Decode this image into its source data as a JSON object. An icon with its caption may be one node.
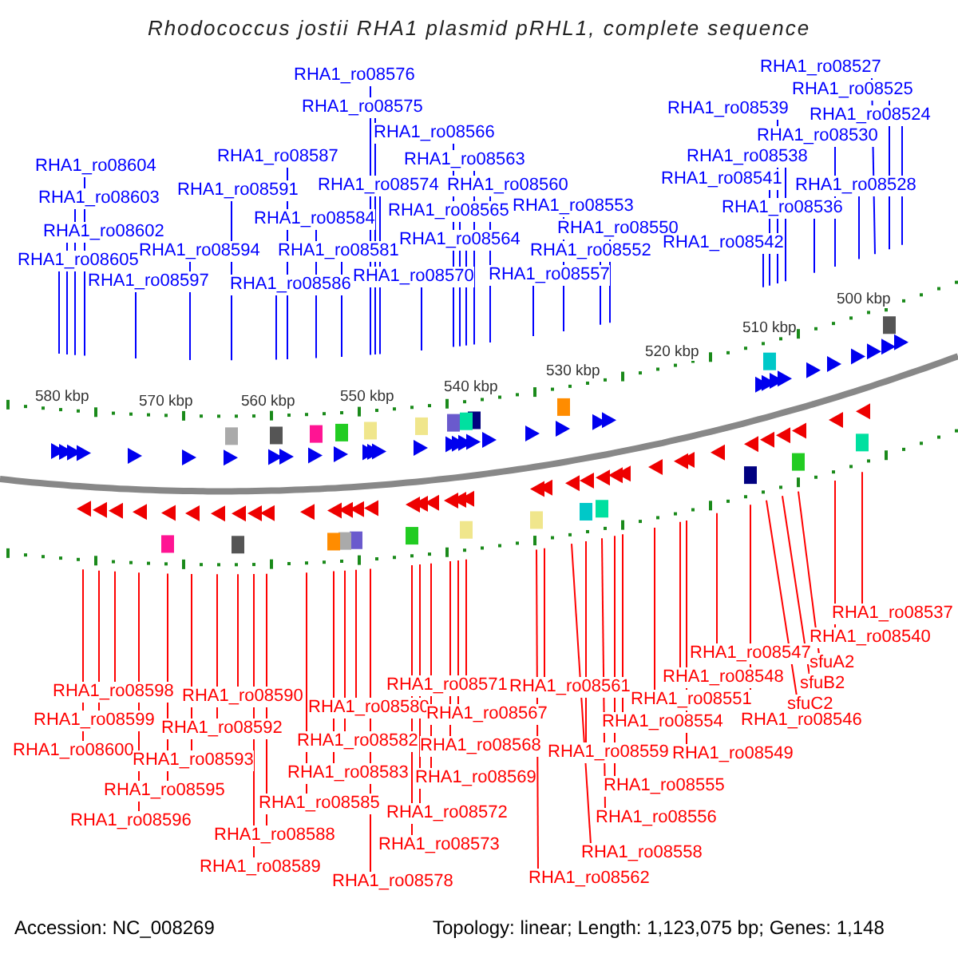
{
  "diagram": {
    "title": "Rhodococcus jostii RHA1 plasmid pRHL1, complete sequence",
    "nodes": [
      {
        "text": [
          "RHA1_ro08576"
        ]
      },
      {
        "text": [
          "RHA1_ro08575"
        ]
      },
      {
        "text": [
          "RHA1_ro08527"
        ]
      },
      {
        "text": [
          "RHA1_ro08525"
        ]
      },
      {
        "text": [
          "RHA1_ro08539"
        ]
      },
      {
        "text": [
          "RHA1_ro08524"
        ]
      },
      {
        "text": [
          "RHA1_ro08566"
        ]
      },
      {
        "text": [
          "RHA1_ro08530"
        ]
      },
      {
        "text": [
          "RHA1_ro08587"
        ]
      },
      {
        "text": [
          "RHA1_ro08563"
        ]
      },
      {
        "text": [
          "RHA1_ro08538"
        ]
      },
      {
        "text": [
          "RHA1_ro08604"
        ]
      },
      {
        "text": [
          "RHA1_ro08591"
        ]
      },
      {
        "text": [
          "RHA1_ro08574"
        ]
      },
      {
        "text": [
          "RHA1_ro08560"
        ]
      },
      {
        "text": [
          "RHA1_ro08541"
        ]
      },
      {
        "text": [
          "RHA1_ro08528"
        ]
      },
      {
        "text": [
          "RHA1_ro08603"
        ]
      },
      {
        "text": [
          "RHA1_ro08553"
        ]
      },
      {
        "text": [
          "RHA1_ro08565"
        ]
      },
      {
        "text": [
          "RHA1_ro08536"
        ]
      },
      {
        "text": [
          "RHA1_ro08584"
        ]
      },
      {
        "text": [
          "RHA1_ro08550"
        ]
      },
      {
        "text": [
          "RHA1_ro08602"
        ]
      },
      {
        "text": [
          "RHA1_ro08564"
        ]
      },
      {
        "text": [
          "RHA1_ro08552"
        ]
      },
      {
        "text": [
          "RHA1_ro08594"
        ]
      },
      {
        "text": [
          "RHA1_ro08581"
        ]
      },
      {
        "text": [
          "RHA1_ro08542"
        ]
      },
      {
        "text": [
          "RHA1_ro08605"
        ]
      },
      {
        "text": [
          "RHA1_ro08570"
        ]
      },
      {
        "text": [
          "RHA1_ro08557"
        ]
      },
      {
        "text": [
          "RHA1_ro08597"
        ]
      },
      {
        "text": [
          "RHA1_ro08586"
        ]
      },
      {
        "text": [
          "RHA1_ro08537"
        ]
      },
      {
        "text": [
          "RHA1_ro08540"
        ]
      },
      {
        "text": [
          "RHA1_ro08547"
        ]
      },
      {
        "text": [
          "sfuA2"
        ]
      },
      {
        "text": [
          "RHA1_ro08548"
        ]
      },
      {
        "text": [
          "sfuB2"
        ]
      },
      {
        "text": [
          "RHA1_ro08571"
        ]
      },
      {
        "text": [
          "RHA1_ro08561"
        ]
      },
      {
        "text": [
          "RHA1_ro08598"
        ]
      },
      {
        "text": [
          "RHA1_ro08590"
        ]
      },
      {
        "text": [
          "RHA1_ro08551"
        ]
      },
      {
        "text": [
          "sfuC2"
        ]
      },
      {
        "text": [
          "RHA1_ro08580"
        ]
      },
      {
        "text": [
          "RHA1_ro08567"
        ]
      },
      {
        "text": [
          "RHA1_ro08599"
        ]
      },
      {
        "text": [
          "RHA1_ro08546"
        ]
      },
      {
        "text": [
          "RHA1_ro08554"
        ]
      },
      {
        "text": [
          "RHA1_ro08592"
        ]
      },
      {
        "text": [
          "RHA1_ro08582"
        ]
      },
      {
        "text": [
          "RHA1_ro08568"
        ]
      },
      {
        "text": [
          "RHA1_ro08600"
        ]
      },
      {
        "text": [
          "RHA1_ro08559"
        ]
      },
      {
        "text": [
          "RHA1_ro08549"
        ]
      },
      {
        "text": [
          "RHA1_ro08593"
        ]
      },
      {
        "text": [
          "RHA1_ro08583"
        ]
      },
      {
        "text": [
          "RHA1_ro08569"
        ]
      },
      {
        "text": [
          "RHA1_ro08555"
        ]
      },
      {
        "text": [
          "RHA1_ro08595"
        ]
      },
      {
        "text": [
          "RHA1_ro08585"
        ]
      },
      {
        "text": [
          "RHA1_ro08572"
        ]
      },
      {
        "text": [
          "RHA1_ro08556"
        ]
      },
      {
        "text": [
          "RHA1_ro08596"
        ]
      },
      {
        "text": [
          "RHA1_ro08588"
        ]
      },
      {
        "text": [
          "RHA1_ro08573"
        ]
      },
      {
        "text": [
          "RHA1_ro08558"
        ]
      },
      {
        "text": [
          "RHA1_ro08589"
        ]
      },
      {
        "text": [
          "RHA1_ro08562"
        ]
      },
      {
        "text": [
          "RHA1_ro08578"
        ]
      }
    ],
    "edges": [
      {
        "from": 0,
        "to": null,
        "arrow": "none",
        "color": "#0000ff"
      },
      {
        "from": 1,
        "to": null,
        "arrow": "none",
        "color": "#0000ff"
      },
      {
        "from": 2,
        "to": null,
        "arrow": "none",
        "color": "#0000ff"
      },
      {
        "from": 3,
        "to": null,
        "arrow": "none",
        "color": "#0000ff"
      },
      {
        "from": 4,
        "to": null,
        "arrow": "none",
        "color": "#0000ff"
      },
      {
        "from": 5,
        "to": null,
        "arrow": "none",
        "color": "#0000ff"
      },
      {
        "from": 6,
        "to": null,
        "arrow": "none",
        "color": "#0000ff"
      },
      {
        "from": 7,
        "to": null,
        "arrow": "none",
        "color": "#0000ff"
      },
      {
        "from": 8,
        "to": null,
        "arrow": "none",
        "color": "#0000ff"
      },
      {
        "from": 9,
        "to": null,
        "arrow": "none",
        "color": "#0000ff"
      },
      {
        "from": 10,
        "to": null,
        "arrow": "none",
        "color": "#0000ff"
      },
      {
        "from": 11,
        "to": null,
        "arrow": "none",
        "color": "#0000ff"
      },
      {
        "from": 12,
        "to": null,
        "arrow": "none",
        "color": "#0000ff"
      },
      {
        "from": 13,
        "to": null,
        "arrow": "none",
        "color": "#0000ff"
      },
      {
        "from": 14,
        "to": null,
        "arrow": "none",
        "color": "#0000ff"
      },
      {
        "from": 15,
        "to": null,
        "arrow": "none",
        "color": "#0000ff"
      },
      {
        "from": 16,
        "to": null,
        "arrow": "none",
        "color": "#0000ff"
      },
      {
        "from": 17,
        "to": null,
        "arrow": "none",
        "color": "#0000ff"
      },
      {
        "from": 18,
        "to": null,
        "arrow": "none",
        "color": "#0000ff"
      },
      {
        "from": 19,
        "to": null,
        "arrow": "none",
        "color": "#0000ff"
      },
      {
        "from": 20,
        "to": null,
        "arrow": "none",
        "color": "#0000ff"
      },
      {
        "from": 21,
        "to": null,
        "arrow": "none",
        "color": "#0000ff"
      },
      {
        "from": 22,
        "to": null,
        "arrow": "none",
        "color": "#0000ff"
      },
      {
        "from": 23,
        "to": null,
        "arrow": "none",
        "color": "#0000ff"
      },
      {
        "from": 24,
        "to": null,
        "arrow": "none",
        "color": "#0000ff"
      },
      {
        "from": 25,
        "to": null,
        "arrow": "none",
        "color": "#0000ff"
      },
      {
        "from": 26,
        "to": null,
        "arrow": "none",
        "color": "#0000ff"
      },
      {
        "from": 27,
        "to": null,
        "arrow": "none",
        "color": "#0000ff"
      },
      {
        "from": 28,
        "to": null,
        "arrow": "none",
        "color": "#0000ff"
      },
      {
        "from": 29,
        "to": null,
        "arrow": "none",
        "color": "#0000ff"
      },
      {
        "from": 30,
        "to": null,
        "arrow": "none",
        "color": "#0000ff"
      },
      {
        "from": 31,
        "to": null,
        "arrow": "none",
        "color": "#0000ff"
      },
      {
        "from": 32,
        "to": null,
        "arrow": "none",
        "color": "#0000ff"
      },
      {
        "from": 33,
        "to": null,
        "arrow": "none",
        "color": "#0000ff"
      },
      {
        "from": 34,
        "to": null,
        "arrow": "none"
      },
      {
        "from": 35,
        "to": null,
        "arrow": "none"
      },
      {
        "from": 36,
        "to": null,
        "arrow": "none"
      },
      {
        "from": 37,
        "to": null,
        "arrow": "none"
      },
      {
        "from": 38,
        "to": null,
        "arrow": "none"
      },
      {
        "from": 39,
        "to": null,
        "arrow": "none"
      },
      {
        "from": 40,
        "to": null,
        "arrow": "none"
      },
      {
        "from": 41,
        "to": null,
        "arrow": "none"
      },
      {
        "from": 42,
        "to": null,
        "arrow": "none"
      },
      {
        "from": 43,
        "to": null,
        "arrow": "none"
      },
      {
        "from": 44,
        "to": null,
        "arrow": "none"
      },
      {
        "from": 45,
        "to": null,
        "arrow": "none"
      },
      {
        "from": 46,
        "to": null,
        "arrow": "none"
      },
      {
        "from": 47,
        "to": null,
        "arrow": "none"
      },
      {
        "from": 48,
        "to": null,
        "arrow": "none"
      },
      {
        "from": 49,
        "to": null,
        "arrow": "none"
      },
      {
        "from": 50,
        "to": null,
        "arrow": "none"
      },
      {
        "from": 51,
        "to": null,
        "arrow": "none"
      },
      {
        "from": 52,
        "to": null,
        "arrow": "none"
      },
      {
        "from": 53,
        "to": null,
        "arrow": "none"
      },
      {
        "from": 54,
        "to": null,
        "arrow": "none"
      },
      {
        "from": 55,
        "to": null,
        "arrow": "none"
      },
      {
        "from": 56,
        "to": null,
        "arrow": "none"
      },
      {
        "from": 57,
        "to": null,
        "arrow": "none"
      },
      {
        "from": 58,
        "to": null,
        "arrow": "none"
      },
      {
        "from": 59,
        "to": null,
        "arrow": "none"
      },
      {
        "from": 60,
        "to": null,
        "arrow": "none"
      },
      {
        "from": 61,
        "to": null,
        "arrow": "none"
      },
      {
        "from": 62,
        "to": null,
        "arrow": "none"
      },
      {
        "from": 63,
        "to": null,
        "arrow": "none"
      },
      {
        "from": 64,
        "to": null,
        "arrow": "none"
      },
      {
        "from": 65,
        "to": null,
        "arrow": "none"
      },
      {
        "from": 66,
        "to": null,
        "arrow": "none"
      },
      {
        "from": 67,
        "to": null,
        "arrow": "none"
      },
      {
        "from": 68,
        "to": null,
        "arrow": "none"
      },
      {
        "from": 69,
        "to": null,
        "arrow": "none"
      },
      {
        "from": 70,
        "to": null,
        "arrow": "none"
      },
      {
        "from": 71,
        "to": null,
        "arrow": "none"
      }
    ],
    "labels": [
      "500 kbp",
      "510 kbp",
      "520 kbp",
      "530 kbp",
      "540 kbp",
      "550 kbp",
      "560 kbp",
      "570 kbp",
      "580 kbp",
      "Accession: NC_008269",
      "Topology: linear; Length: 1,123,075 bp; Genes: 1,148"
    ]
  }
}
